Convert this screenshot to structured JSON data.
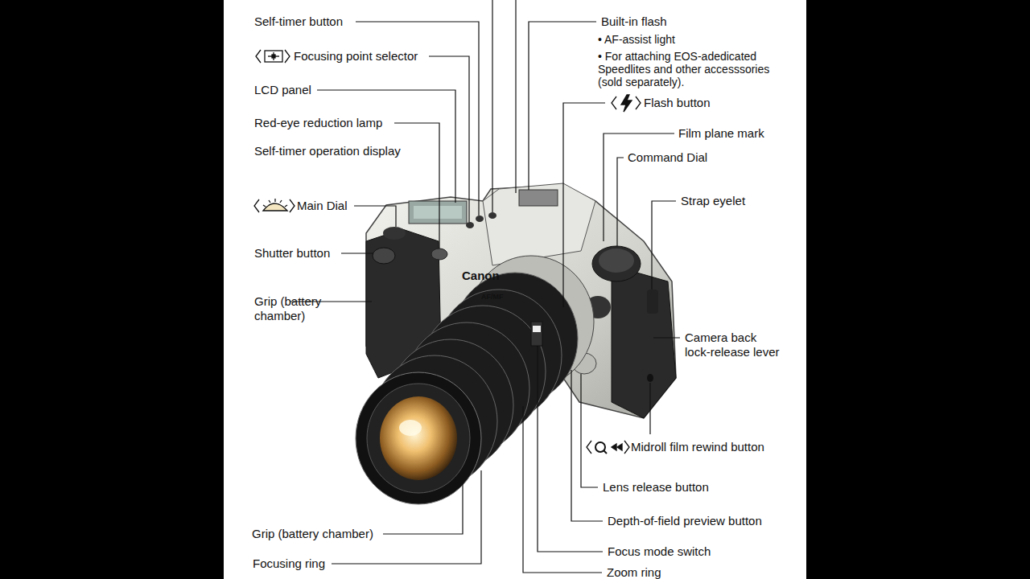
{
  "diagram": {
    "labels": [
      "Self-timer button",
      "Focusing point selector",
      "LCD panel",
      "Red-eye reduction lamp",
      "Self-timer operation display",
      "Main Dial",
      "Shutter button",
      "Grip (battery chamber)",
      "Built-in flash",
      "• AF-assist light",
      "• For attaching EOS-adedicated Speedlites and other accesssories (sold separately).",
      "Flash button",
      "Film plane mark",
      "Command Dial",
      "Strap eyelet",
      "Camera back lock-release lever",
      "Midroll film rewind button",
      "Lens release button",
      "Depth-of-field preview button",
      "Focus mode switch",
      "Zoom ring",
      "Grip (battery chamber)",
      "Focusing ring",
      "Canon",
      "AF/MF"
    ]
  }
}
